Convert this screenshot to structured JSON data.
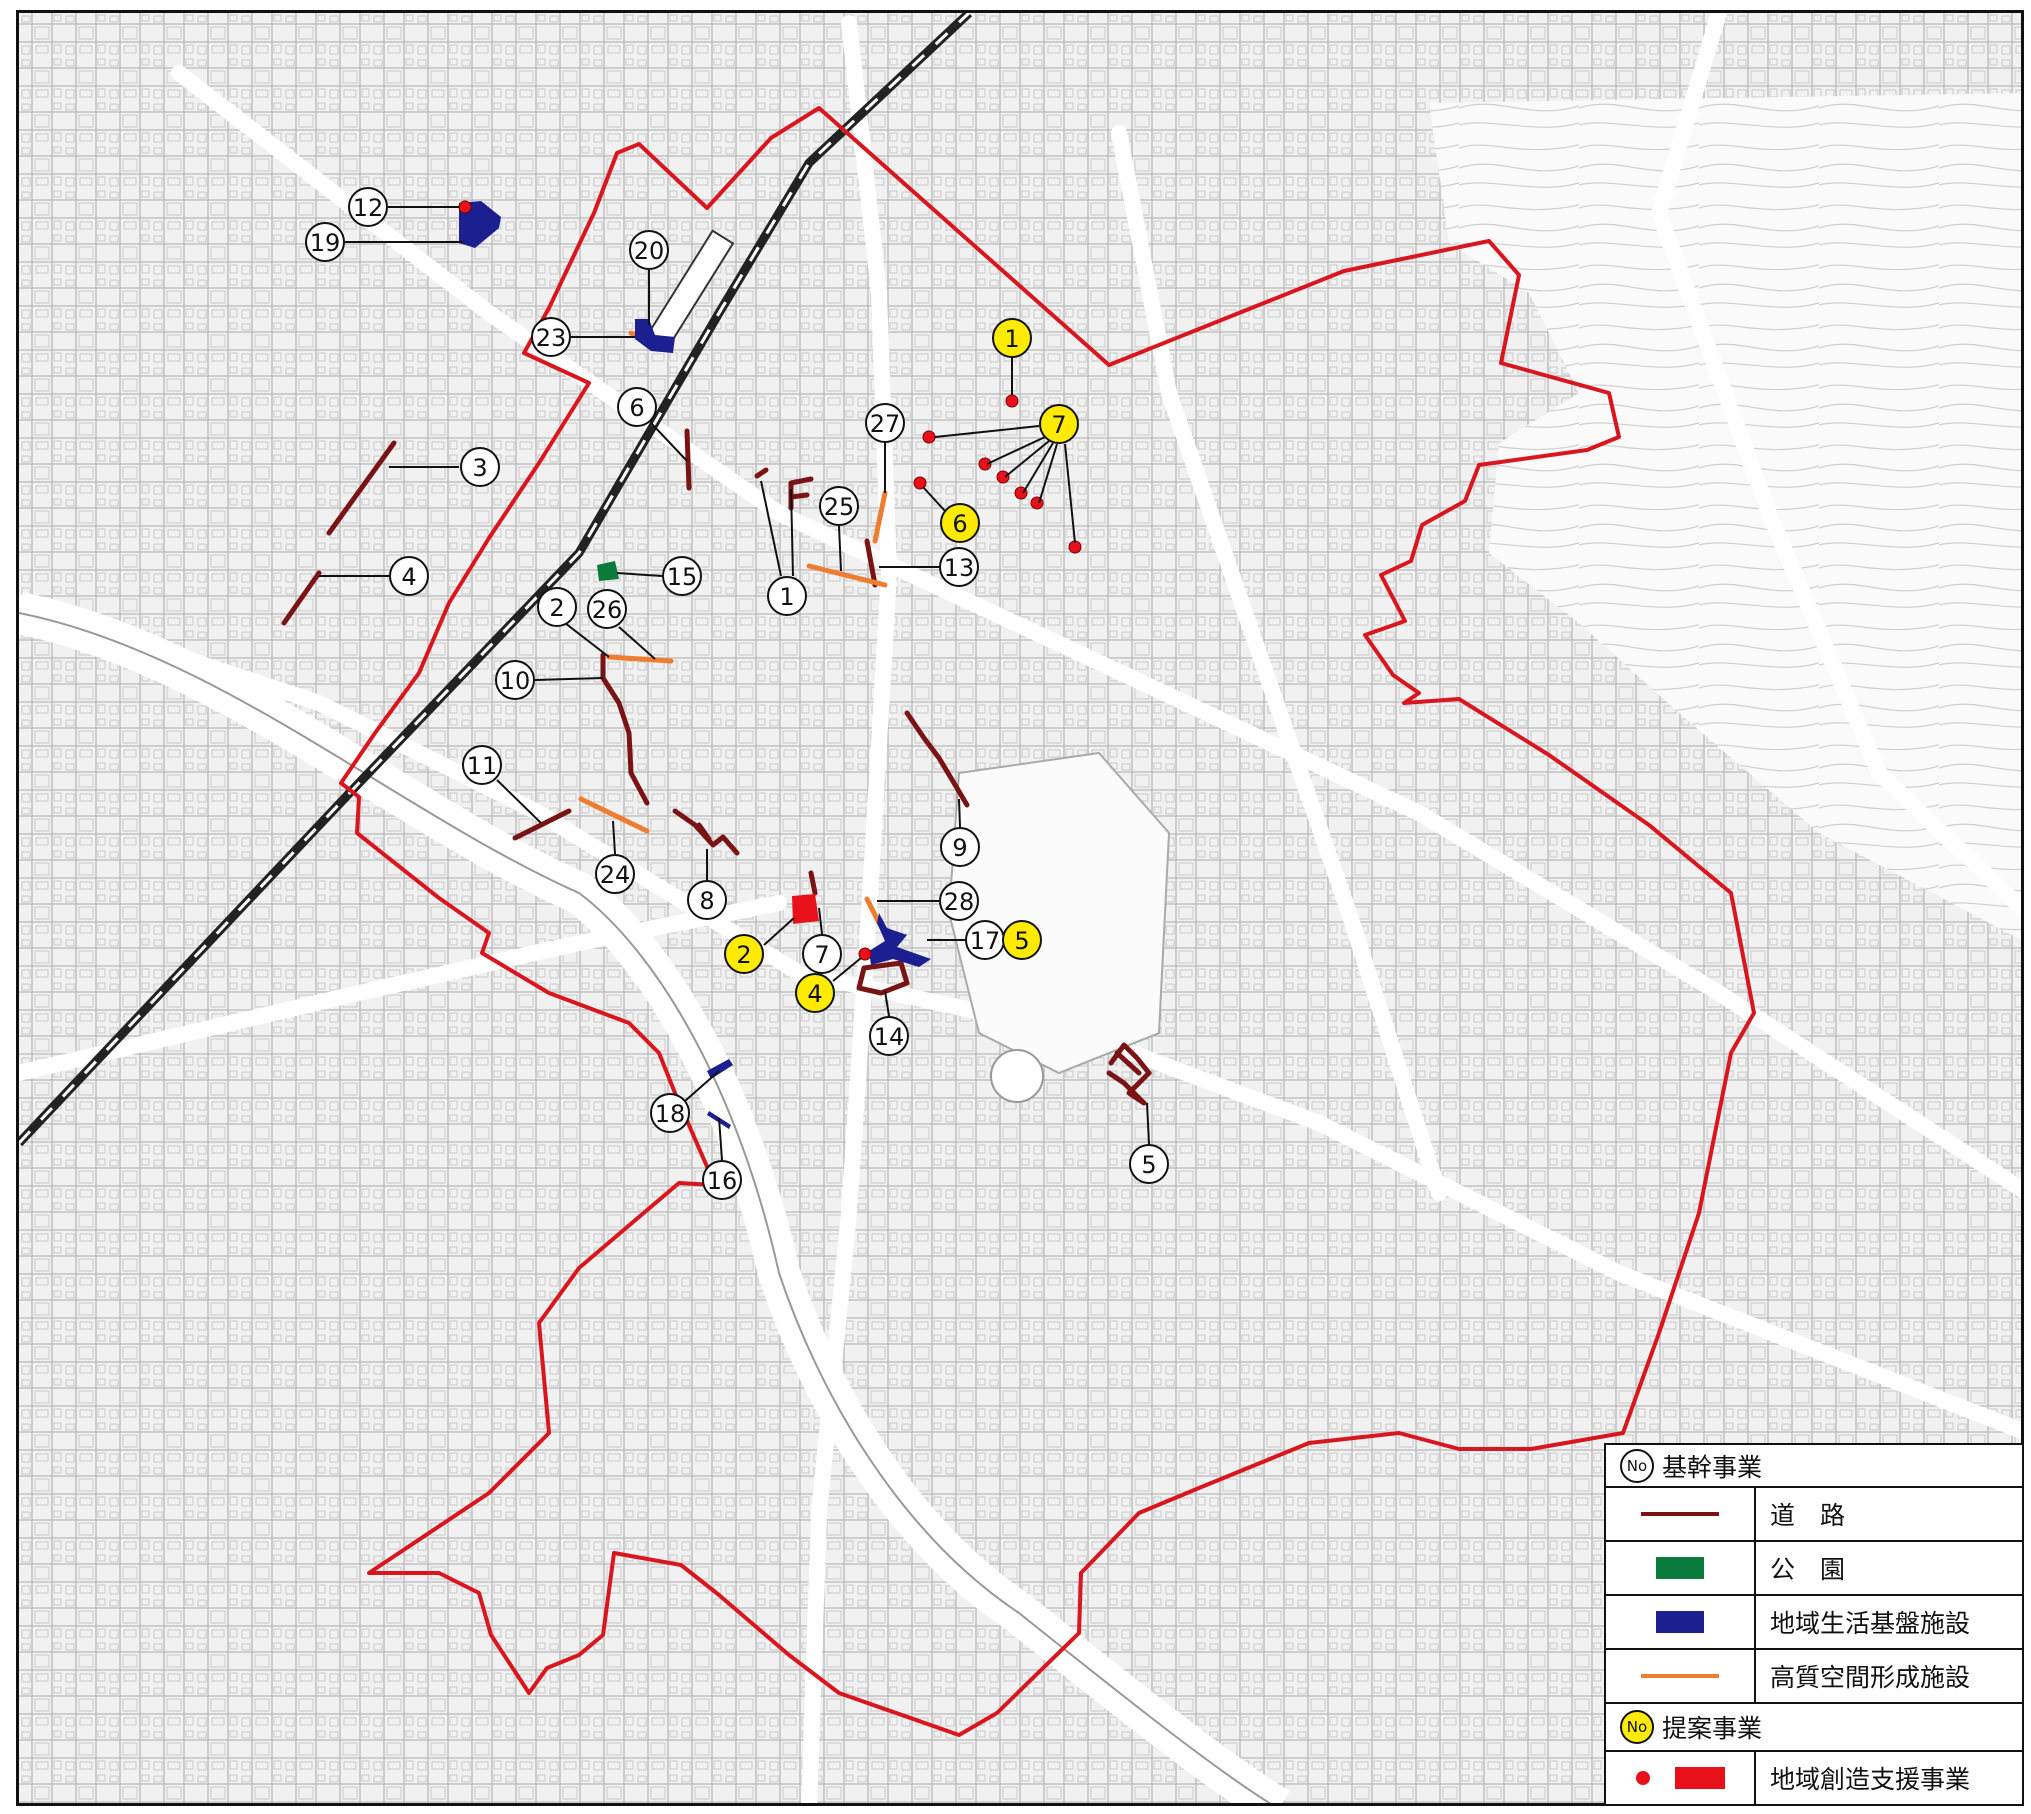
{
  "colors": {
    "boundary": "#d9161e",
    "road": "#7a1414",
    "park": "#0a7a3a",
    "facility": "#1b1f8f",
    "quality_space": "#ef7d31",
    "proposal": "#e8111a",
    "proposal_label": "#ffeb00",
    "railway": "#222222"
  },
  "callouts": {
    "base": [
      "1",
      "2",
      "3",
      "4",
      "5",
      "6",
      "7",
      "8",
      "9",
      "10",
      "11",
      "12",
      "13",
      "14",
      "15",
      "16",
      "17",
      "18",
      "19",
      "20",
      "23",
      "24",
      "25",
      "26",
      "27",
      "28"
    ],
    "proposal": [
      "1",
      "2",
      "4",
      "5",
      "6",
      "7"
    ]
  },
  "legend": {
    "base_no": "No",
    "base_title": "基幹事業",
    "road": "道　路",
    "park": "公　園",
    "facility": "地域生活基盤施設",
    "quality_space": "高質空間形成施設",
    "proposal_no": "No",
    "proposal_title": "提案事業",
    "support": "地域創造支援事業"
  }
}
